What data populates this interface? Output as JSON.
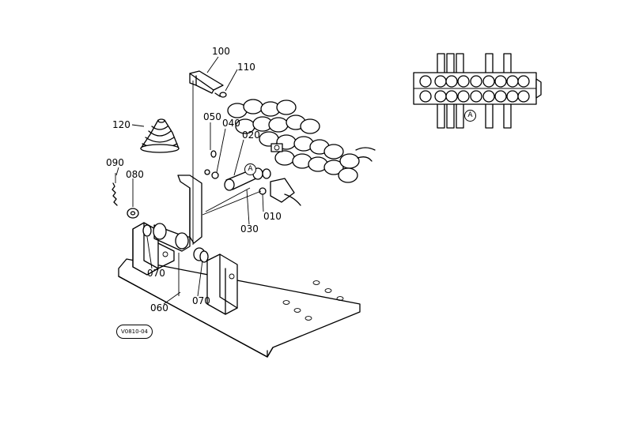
{
  "callouts": {
    "p100": "100",
    "p110": "110",
    "p120": "120",
    "p050": "050",
    "p040": "040",
    "p020": "020",
    "p090": "090",
    "p080": "080",
    "p010": "010",
    "p030": "030",
    "p070a": "070",
    "p070b": "070",
    "p060": "060"
  },
  "marker": "A",
  "drawing_code": "V0810-04"
}
